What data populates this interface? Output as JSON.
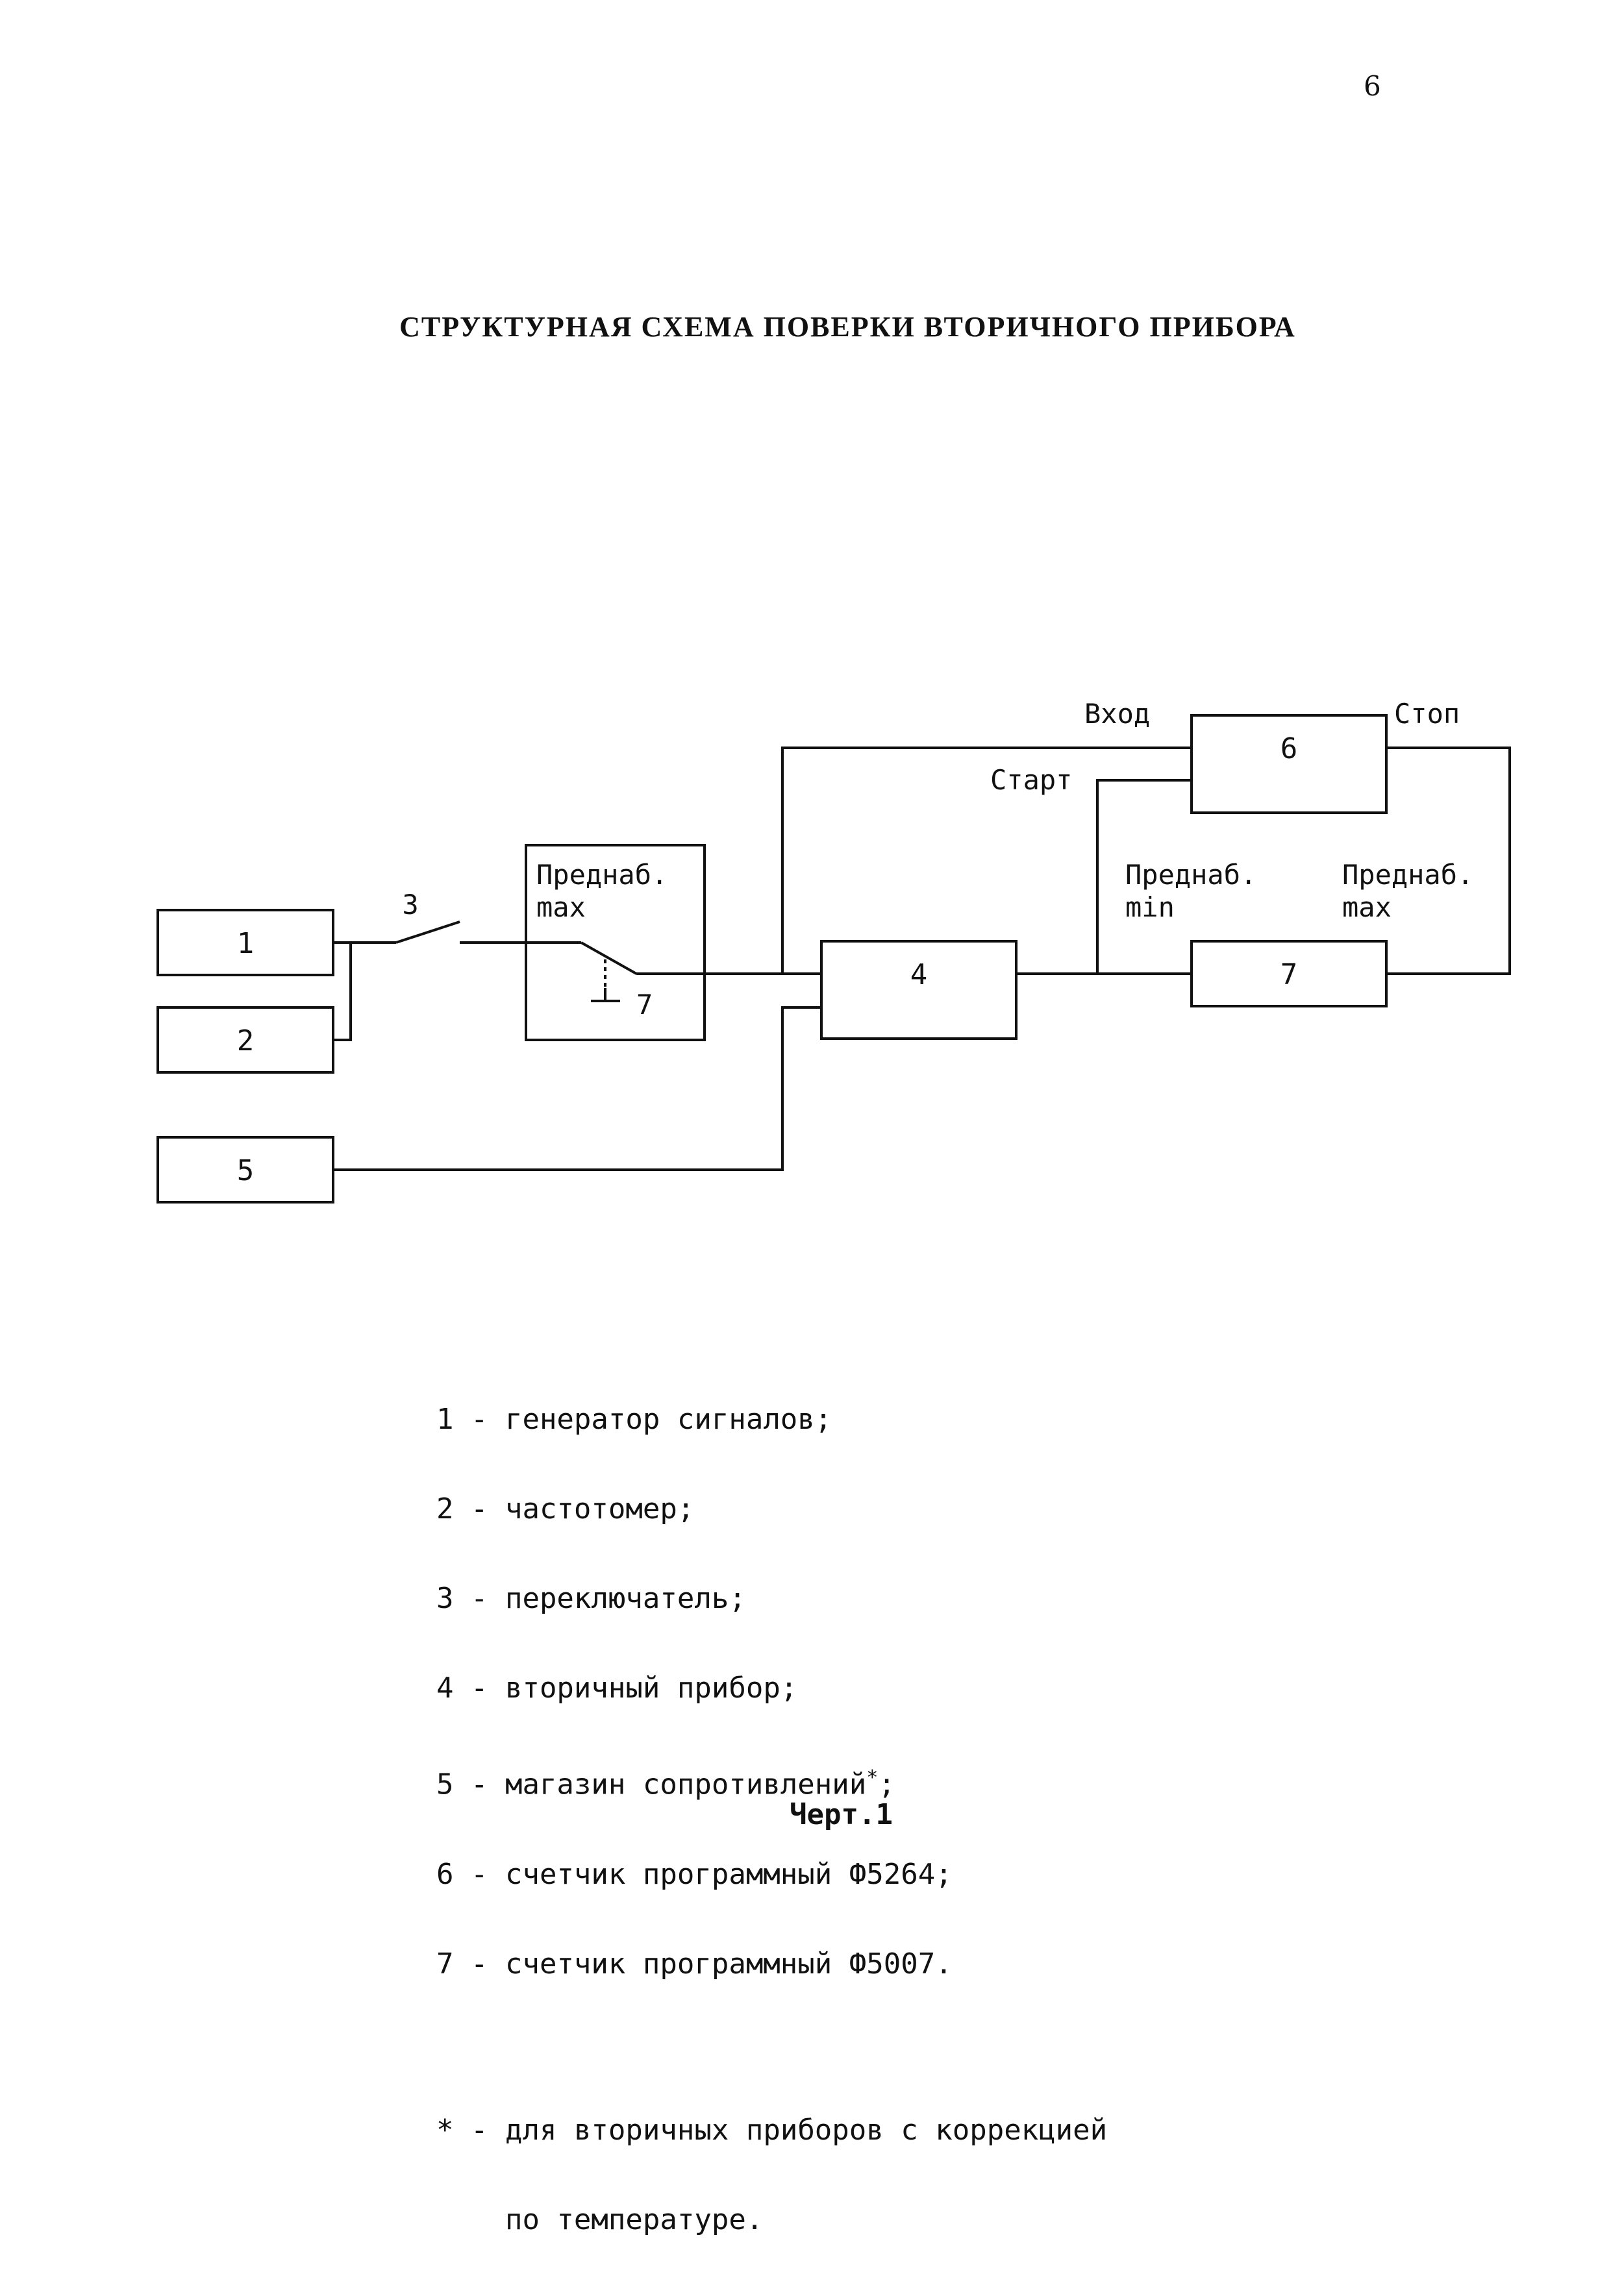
{
  "page_number": "6",
  "title": "СТРУКТУРНАЯ СХЕМА ПОВЕРКИ ВТОРИЧНОГО ПРИБОРА",
  "diagram": {
    "block_1": "1",
    "block_2": "2",
    "block_4": "4",
    "block_5": "5",
    "block_6": "6",
    "block_7": "7",
    "switch_label": "3",
    "presel_box_line1": "Преднаб.",
    "presel_box_line2": "max",
    "presel_box_num": "7",
    "label_vhod": "Вход",
    "label_stop": "Стоп",
    "label_start": "Старт",
    "presel_min_line1": "Преднаб.",
    "presel_min_line2": "min",
    "presel_max_line1": "Преднаб.",
    "presel_max_line2": "max"
  },
  "legend": {
    "items": [
      "1 - генератор сигналов;",
      "2 - частотомер;",
      "3 - переключатель;",
      "4 - вторичный прибор;",
      "5 - магазин сопротивлений",
      "6 - счетчик программный Ф5264;",
      "7 - счетчик программный Ф5007."
    ],
    "item_5_suffix": ";",
    "footnote_mark": "*",
    "footnote_line1": "- для вторичных приборов с коррекцией",
    "footnote_line2": "  по температуре."
  },
  "caption": "Черт.1"
}
